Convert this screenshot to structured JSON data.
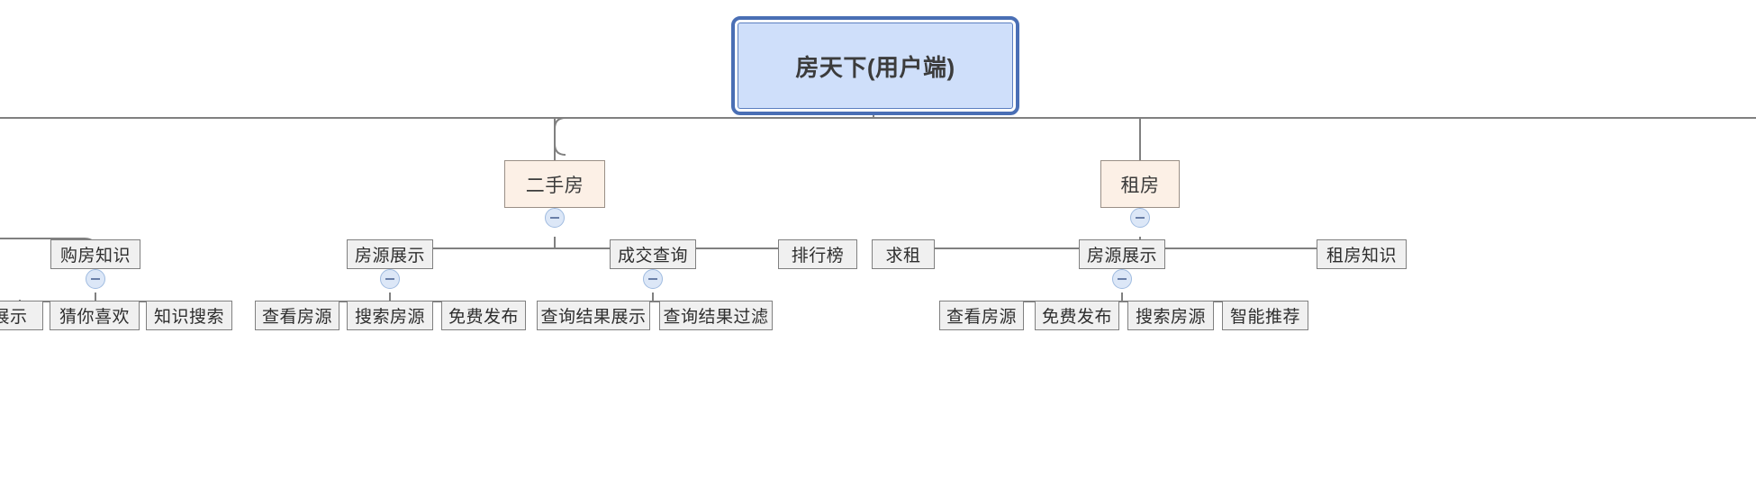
{
  "diagram": {
    "type": "mindmap-tree",
    "title_node": "房天下(用户端)",
    "colors": {
      "root_fill": "#cfdffa",
      "root_border": "#5b7fc0",
      "selection_border": "#4a6fb5",
      "level2_fill": "#fcf0e6",
      "level2_border": "#9a8f86",
      "node_fill": "#f0f0f0",
      "node_border": "#808080",
      "edge": "#808080",
      "toggle_fill": "#dce7f7",
      "toggle_border": "#9fbbe0"
    },
    "toggle_icon": "collapse-minus-icon"
  },
  "nodes": {
    "root": {
      "label": "房天下(用户端)"
    },
    "level2": [
      {
        "id": "ershoufang",
        "label": "二手房"
      },
      {
        "id": "zufang",
        "label": "租房"
      }
    ],
    "level3": [
      {
        "id": "goufangzhishi",
        "label": "购房知识"
      },
      {
        "id": "fangyuanzhanshi_a",
        "label": "房源展示"
      },
      {
        "id": "chengjiaochaxun",
        "label": "成交查询"
      },
      {
        "id": "paihangbang",
        "label": "排行榜"
      },
      {
        "id": "qiuzu",
        "label": "求租"
      },
      {
        "id": "fangyuanzhanshi_b",
        "label": "房源展示"
      },
      {
        "id": "zufangzhishi",
        "label": "租房知识"
      }
    ],
    "level4": [
      {
        "id": "zhanshi",
        "label": "展示"
      },
      {
        "id": "cainixihuan",
        "label": "猜你喜欢"
      },
      {
        "id": "zhishisousuo",
        "label": "知识搜索"
      },
      {
        "id": "chakanfangyuan_a",
        "label": "查看房源"
      },
      {
        "id": "sousuofangyuan_a",
        "label": "搜索房源"
      },
      {
        "id": "mianfeifabu_a",
        "label": "免费发布"
      },
      {
        "id": "chaxunjieguozhanshi",
        "label": "查询结果展示"
      },
      {
        "id": "chaxunjieguoguolv",
        "label": "查询结果过滤"
      },
      {
        "id": "chakanfangyuan_b",
        "label": "查看房源"
      },
      {
        "id": "mianfeifabu_b",
        "label": "免费发布"
      },
      {
        "id": "sousuofangyuan_b",
        "label": "搜索房源"
      },
      {
        "id": "zhinengtuijian",
        "label": "智能推荐"
      }
    ]
  }
}
